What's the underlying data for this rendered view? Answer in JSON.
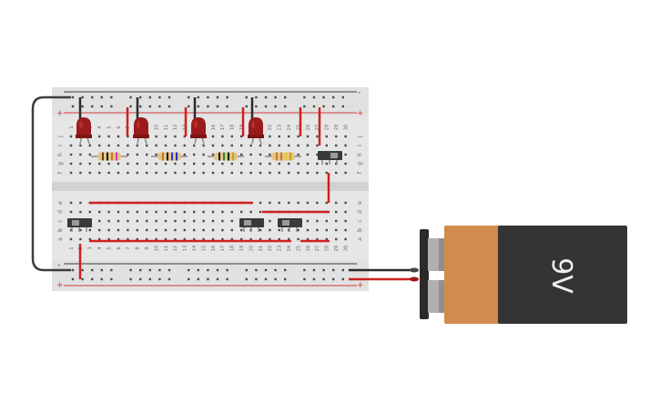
{
  "canvas": {
    "background": "#ffffff"
  },
  "breadboard": {
    "columns": 30,
    "terminal_rows_top": [
      "f",
      "g",
      "h",
      "i",
      "j"
    ],
    "terminal_rows_bottom": [
      "a",
      "b",
      "c",
      "d",
      "e"
    ],
    "rail_plus_label": "+",
    "rail_minus_label": "-",
    "colors": {
      "body": "#e6e6e6",
      "stripe": "#d6d6d6",
      "hole": "#4a4a4a",
      "rail_red": "#d33a3a",
      "rail_dark": "#3a3a3a",
      "numbers": "#666666"
    }
  },
  "battery": {
    "label": "9V",
    "colors": {
      "body": "#3a3a3a",
      "band": "#d18b4d",
      "terminal": "#a9a9a9",
      "cap": "#2a2a2a"
    }
  },
  "components": {
    "leds": [
      {
        "color": "#9b1b1b"
      },
      {
        "color": "#9b1b1b"
      },
      {
        "color": "#9b1b1b"
      },
      {
        "color": "#9b1b1b"
      }
    ],
    "resistors": [
      {
        "bands": [
          "#6b3b1a",
          "#1a1a1a",
          "#c7772c",
          "#d63ab0"
        ]
      },
      {
        "bands": [
          "#c7772c",
          "#1a1a1a",
          "#2a3ad6",
          "#2a2ad6"
        ]
      },
      {
        "bands": [
          "#1a1a1a",
          "#2a8a2a",
          "#1a1a1a",
          "#c7a41a"
        ]
      },
      {
        "bands": [
          "#c7772c",
          "#c7772c",
          "#e0d020",
          "#c7a41a"
        ]
      }
    ],
    "switches": [
      {
        "state": "on"
      },
      {
        "state": "off"
      },
      {
        "state": "off"
      },
      {
        "state": "off"
      }
    ]
  },
  "wires": {
    "red": "#d02020",
    "black": "#2a2a2a",
    "gray": "#3d3d3d"
  }
}
